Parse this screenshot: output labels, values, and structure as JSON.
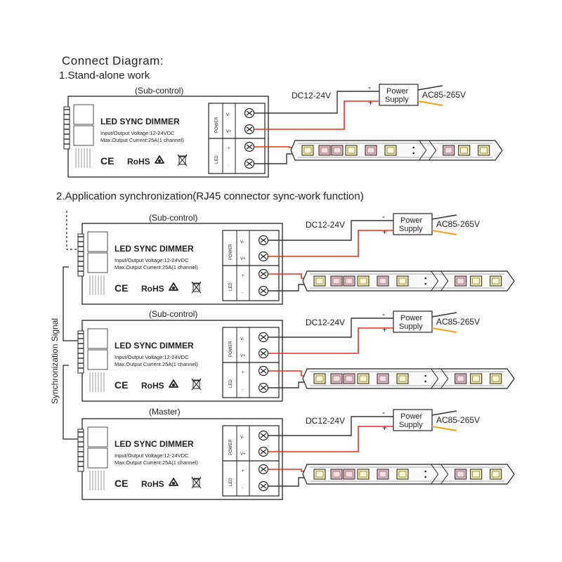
{
  "headings": {
    "main": "Connect Diagram:",
    "section1": "1.Stand-alone work",
    "section2": "2.Application synchronization(RJ45 connector sync-work function)"
  },
  "sync_label": "Synchronization Signal",
  "units": [
    {
      "role": "(Sub-control)",
      "title": "LED SYNC DIMMER",
      "voltage": "Input/Output Voltage:12-24VDC",
      "current": "Max.Output Current:25A(1 channel)",
      "ce": "CE",
      "rohs": "RoHS",
      "power_label": "POWER",
      "led_label": "LED",
      "v_minus": "V-",
      "v_plus": "V+",
      "plus": "+",
      "minus": "-",
      "dc": "DC12-24V",
      "psu_line1": "Power",
      "psu_line2": "Supply",
      "ac": "AC85-265V",
      "psu_minus": "-",
      "psu_plus": "+"
    },
    {
      "role": "(Sub-control)",
      "title": "LED SYNC DIMMER",
      "voltage": "Input/Output Voltage:12-24VDC",
      "current": "Max.Output Current:25A(1 channel)",
      "ce": "CE",
      "rohs": "RoHS",
      "power_label": "POWER",
      "led_label": "LED",
      "v_minus": "V-",
      "v_plus": "V+",
      "plus": "+",
      "minus": "-",
      "dc": "DC12-24V",
      "psu_line1": "Power",
      "psu_line2": "Supply",
      "ac": "AC85-265V",
      "psu_minus": "-",
      "psu_plus": "+"
    },
    {
      "role": "(Sub-control)",
      "title": "LED SYNC DIMMER",
      "voltage": "Input/Output Voltage:12-24VDC",
      "current": "Max.Output Current:25A(1 channel)",
      "ce": "CE",
      "rohs": "RoHS",
      "power_label": "POWER",
      "led_label": "LED",
      "v_minus": "V-",
      "v_plus": "V+",
      "plus": "+",
      "minus": "-",
      "dc": "DC12-24V",
      "psu_line1": "Power",
      "psu_line2": "Supply",
      "ac": "AC85-265V",
      "psu_minus": "-",
      "psu_plus": "+"
    },
    {
      "role": "(Master)",
      "title": "LED SYNC DIMMER",
      "voltage": "Input/Output Voltage:12-24VDC",
      "current": "Max.Output Current:25A(1 channel)",
      "ce": "CE",
      "rohs": "RoHS",
      "power_label": "POWER",
      "led_label": "LED",
      "v_minus": "V-",
      "v_plus": "V+",
      "plus": "+",
      "minus": "-",
      "dc": "DC12-24V",
      "psu_line1": "Power",
      "psu_line2": "Supply",
      "ac": "AC85-265V",
      "psu_minus": "-",
      "psu_plus": "+"
    }
  ],
  "colors": {
    "line": "#222222",
    "wire_red": "#e8301c",
    "wire_orange": "#f0a020",
    "wire_black": "#333333",
    "led_yellow": "#f5e9a0",
    "led_pink": "#e8b8c0"
  },
  "icons": [
    "recycle-icon",
    "weee-bin-icon",
    "terminal-screw-icon",
    "led-chip-icon"
  ]
}
